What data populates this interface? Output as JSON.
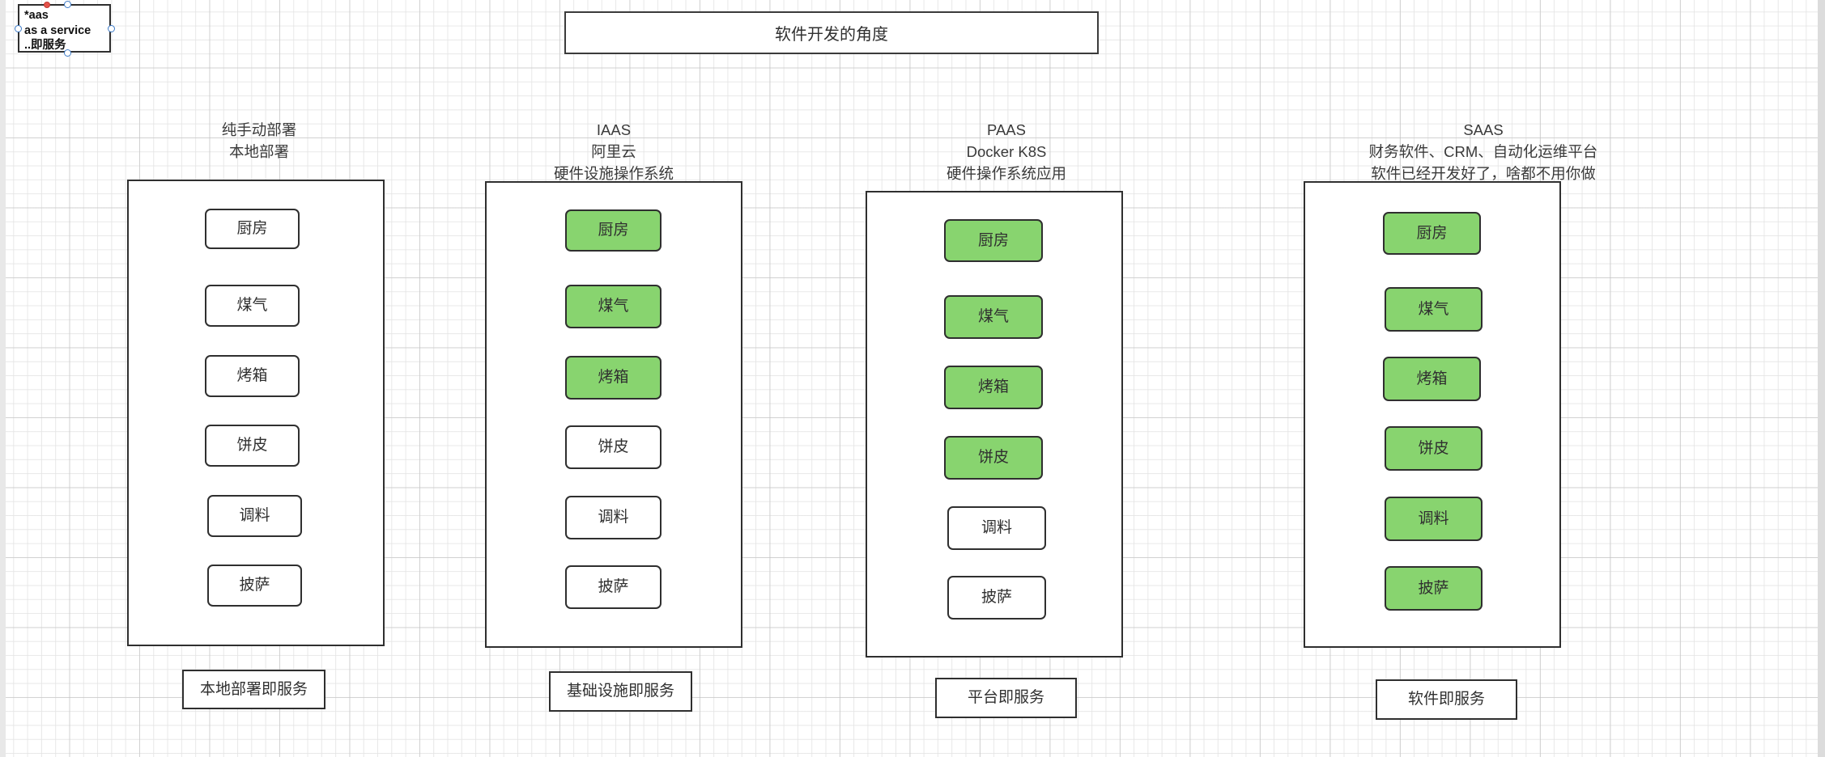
{
  "app": {
    "type": "diagram-editor-canvas",
    "grid": true,
    "background_color": "#ffffff"
  },
  "legend_note": {
    "name": "aas-legend",
    "lines": [
      "*aas",
      "as a service",
      "..即服务"
    ],
    "selected": true,
    "handles": [
      "top",
      "bottom",
      "left",
      "right"
    ],
    "accent_color": "#3d7bc8",
    "marker_color": "#e4524a"
  },
  "title": {
    "text": "软件开发的角度"
  },
  "colors": {
    "green_fill": "#88d46f",
    "shape_stroke": "#2f2f2f",
    "white_fill": "#ffffff"
  },
  "columns": [
    {
      "id": "manual",
      "header": [
        "纯手动部署",
        "本地部署"
      ],
      "items": [
        {
          "label": "厨房",
          "filled": false
        },
        {
          "label": "煤气",
          "filled": false
        },
        {
          "label": "烤箱",
          "filled": false
        },
        {
          "label": "饼皮",
          "filled": false
        },
        {
          "label": "调料",
          "filled": false
        },
        {
          "label": "披萨",
          "filled": false
        }
      ],
      "caption": "本地部署即服务"
    },
    {
      "id": "iaas",
      "header": [
        "IAAS",
        "阿里云",
        "硬件设施操作系统"
      ],
      "items": [
        {
          "label": "厨房",
          "filled": true
        },
        {
          "label": "煤气",
          "filled": true
        },
        {
          "label": "烤箱",
          "filled": true
        },
        {
          "label": "饼皮",
          "filled": false
        },
        {
          "label": "调料",
          "filled": false
        },
        {
          "label": "披萨",
          "filled": false
        }
      ],
      "caption": "基础设施即服务"
    },
    {
      "id": "paas",
      "header": [
        "PAAS",
        "Docker K8S",
        "硬件操作系统应用"
      ],
      "items": [
        {
          "label": "厨房",
          "filled": true
        },
        {
          "label": "煤气",
          "filled": true
        },
        {
          "label": "烤箱",
          "filled": true
        },
        {
          "label": "饼皮",
          "filled": true
        },
        {
          "label": "调料",
          "filled": false
        },
        {
          "label": "披萨",
          "filled": false
        }
      ],
      "caption": "平台即服务"
    },
    {
      "id": "saas",
      "header": [
        "SAAS",
        "财务软件、CRM、自动化运维平台",
        "软件已经开发好了，啥都不用你做"
      ],
      "items": [
        {
          "label": "厨房",
          "filled": true
        },
        {
          "label": "煤气",
          "filled": true
        },
        {
          "label": "烤箱",
          "filled": true
        },
        {
          "label": "饼皮",
          "filled": true
        },
        {
          "label": "调料",
          "filled": true
        },
        {
          "label": "披萨",
          "filled": true
        }
      ],
      "caption": "软件即服务"
    }
  ]
}
